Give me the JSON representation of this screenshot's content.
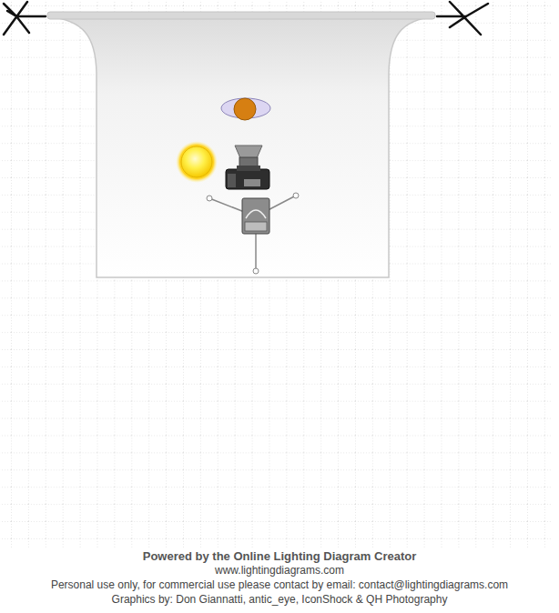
{
  "diagram": {
    "labels": [
      "Powered by the Online Lighting Diagram Creator",
      "www.lightingdiagrams.com",
      "Personal use only, for commercial use please contact by email: contact@lightingdiagrams.com",
      "Graphics by: Don Giannatti, antic_eye, IconShock & QH Photography"
    ]
  }
}
